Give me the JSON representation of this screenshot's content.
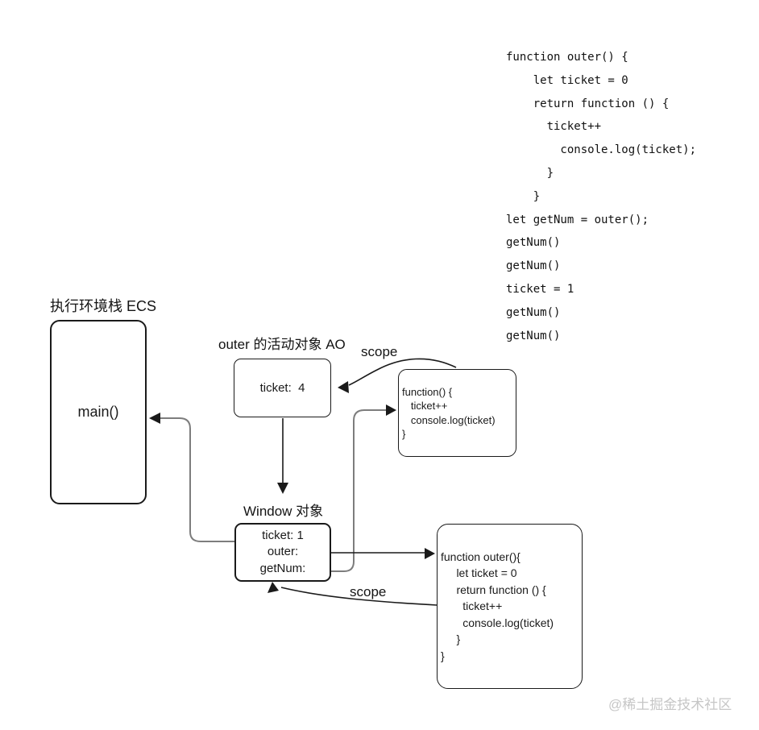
{
  "code_panel": {
    "text": "function outer() {\n    let ticket = 0\n    return function () {\n      ticket++\n        console.log(ticket);\n      }\n    }\nlet getNum = outer();\ngetNum()\ngetNum()\nticket = 1\ngetNum()\ngetNum()"
  },
  "diagram": {
    "ecs_label": "执行环境栈 ECS",
    "main_box": {
      "label": "main()"
    },
    "ao_label": "outer 的活动对象 AO",
    "scope_top_label": "scope",
    "ticket_box": {
      "label": "ticket:  4"
    },
    "inner_fn_box": {
      "code": "function() {\n   ticket++\n   console.log(ticket)\n}"
    },
    "window_label": "Window 对象",
    "window_box": {
      "lines": "ticket: 1\nouter:\ngetNum:"
    },
    "outer_fn_box": {
      "code": "function outer(){\n     let ticket = 0\n     return function () {\n       ticket++\n       console.log(ticket)\n     }\n}"
    },
    "scope_bottom_label": "scope"
  },
  "watermark": "@稀土掘金技术社区",
  "colors": {
    "stroke": "#1a1a1a",
    "elbow": "#7d7d7d",
    "wm": "#c6c6c6",
    "bg": "#ffffff"
  }
}
